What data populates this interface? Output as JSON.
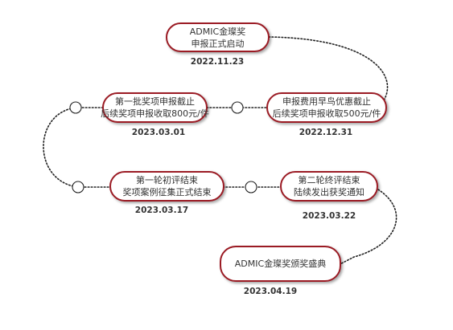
{
  "milestones": [
    {
      "line1": "ADMIC金璨奖",
      "line2": "申报正式启动",
      "date": "2022.11.23"
    },
    {
      "line1": "申报费用早鸟优惠截止",
      "line2": "后续奖项申报收取500元/件",
      "date": "2022.12.31"
    },
    {
      "line1": "第一批奖项申报截止",
      "line2": "后续奖项申报收取800元/件",
      "date": "2023.03.01"
    },
    {
      "line1": "第一轮初评结束",
      "line2": "奖项案例征集正式结束",
      "date": "2023.03.17"
    },
    {
      "line1": "第二轮终评结束",
      "line2": "陆续发出获奖通知",
      "date": "2023.03.22"
    },
    {
      "line1": "ADMIC金璨奖颁奖盛典",
      "line2": "",
      "date": "2023.04.19"
    }
  ],
  "colors": {
    "border": "#9b1b24",
    "connector": "#222222",
    "text": "#333333"
  }
}
